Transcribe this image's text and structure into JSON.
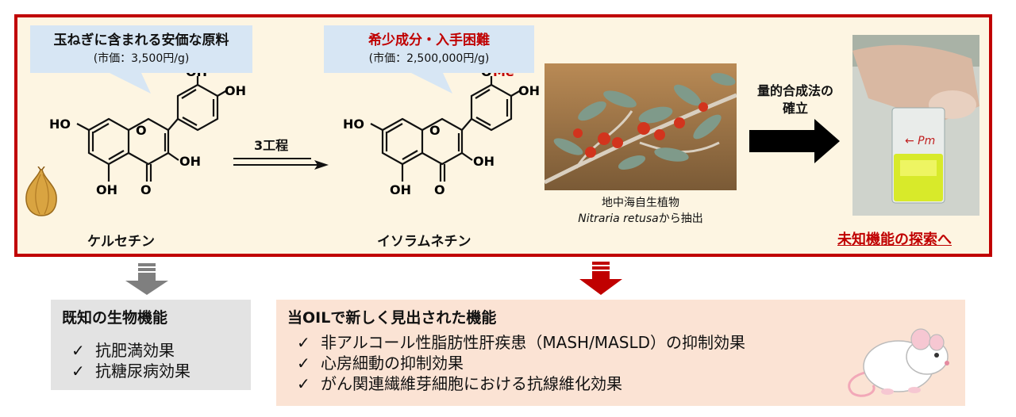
{
  "quercetin": {
    "bubble_title": "玉ねぎに含まれる安価な原料",
    "bubble_price": "(市価：3,500円/g)",
    "name": "ケルセチン"
  },
  "isorhamnetin": {
    "bubble_title": "希少成分・入手困難",
    "bubble_price": "(市価：2,500,000円/g)",
    "name": "イソラムネチン"
  },
  "reaction": {
    "steps_label": "3工程"
  },
  "structure_labels": {
    "ho": "HO",
    "oh": "OH",
    "o": "O",
    "ome_o": "O",
    "ome_me": "Me"
  },
  "plant": {
    "caption_line1": "地中海自生植物",
    "caption_species": "Nitraria retusa",
    "caption_suffix": "から抽出"
  },
  "synthesis": {
    "label_line1": "量的合成法の",
    "label_line2": "確立"
  },
  "explore": {
    "label": "未知機能の探索へ"
  },
  "known": {
    "title": "既知の生物機能",
    "items": [
      "抗肥満効果",
      "抗糖尿病効果"
    ]
  },
  "new": {
    "title": "当OILで新しく見出された機能",
    "items": [
      "非アルコール性脂肪性肝疾患（MASH/MASLD）の抑制効果",
      "心房細動の抑制効果",
      "がん関連繊維芽細胞における抗線維化効果"
    ]
  },
  "check_mark": "✓",
  "colors": {
    "panel_border": "#c00000",
    "panel_bg": "#fdf5e2",
    "bubble_bg": "#d7e6f4",
    "accent_red": "#c00000",
    "known_bg": "#e3e3e3",
    "new_bg": "#fbe3d4",
    "gray_arrow": "#7f7f7f"
  },
  "icons": [
    "onion-icon",
    "mouse-icon"
  ]
}
